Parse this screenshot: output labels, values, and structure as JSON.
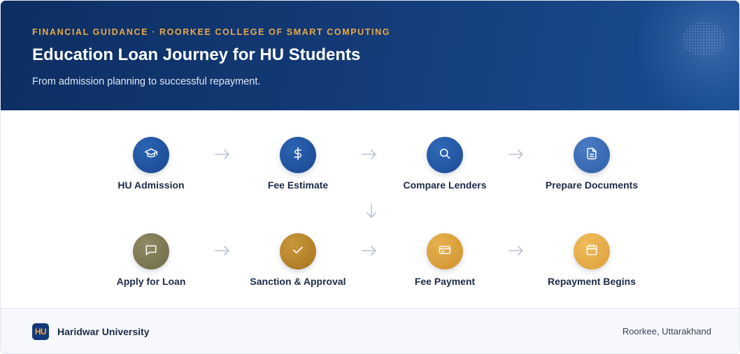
{
  "header": {
    "eyebrow": "FINANCIAL GUIDANCE · ROORKEE COLLEGE OF SMART COMPUTING",
    "title": "Education Loan Journey for HU Students",
    "subtitle": "From admission planning to successful repayment."
  },
  "steps": [
    {
      "label": "HU Admission",
      "icon": "graduation-cap-icon",
      "color": "#1d4f9a"
    },
    {
      "label": "Fee Estimate",
      "icon": "dollar-icon",
      "color": "#1d4f9a"
    },
    {
      "label": "Compare Lenders",
      "icon": "search-icon",
      "color": "#1f55a2"
    },
    {
      "label": "Prepare Documents",
      "icon": "document-icon",
      "color": "#3767b0"
    },
    {
      "label": "Apply for Loan",
      "icon": "chat-bubble-icon",
      "color": "#7e7a55"
    },
    {
      "label": "Sanction & Approval",
      "icon": "checkmark-icon",
      "color": "#b8852a"
    },
    {
      "label": "Fee Payment",
      "icon": "card-icon",
      "color": "#dca03c"
    },
    {
      "label": "Repayment Begins",
      "icon": "calendar-icon",
      "color": "#e6aa48"
    }
  ],
  "footer": {
    "logo_text": "HU",
    "university": "Haridwar University",
    "location": "Roorkee, Uttarakhand"
  },
  "colors": {
    "header_start": "#0d2e62",
    "header_end": "#1a4d93",
    "accent": "#e9a94a",
    "arrow": "#b9c2d3"
  }
}
